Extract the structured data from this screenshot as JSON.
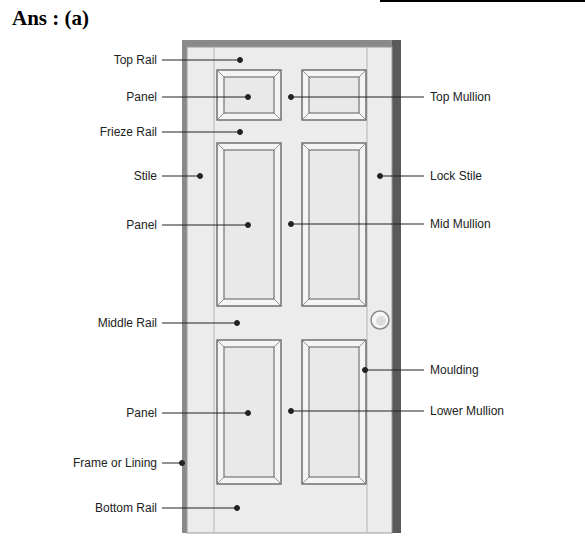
{
  "diagram": {
    "title": "Ans :  (a)",
    "labels": [
      "Top Rail",
      "Panel",
      "Top Mullion",
      "Frieze Rail",
      "Stile",
      "Lock Stile",
      "Panel",
      "Mid Mullion",
      "Middle Rail",
      "Moulding",
      "Panel",
      "Lower Mullion",
      "Frame or Lining",
      "Bottom Rail"
    ]
  }
}
